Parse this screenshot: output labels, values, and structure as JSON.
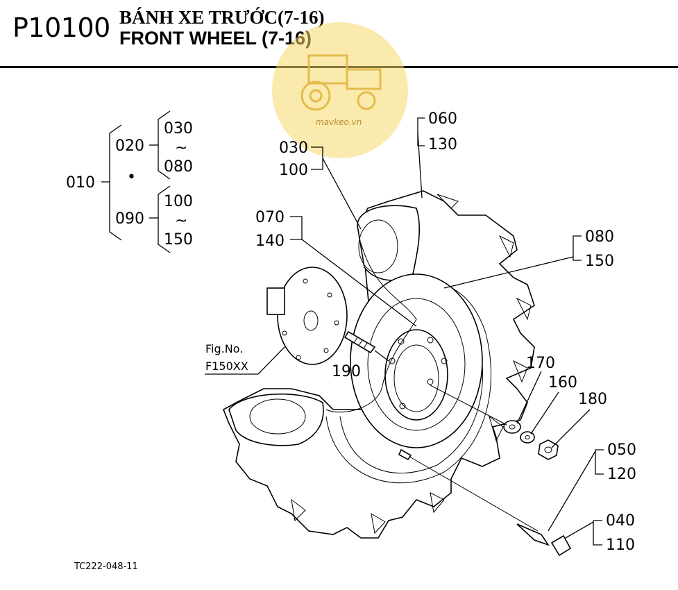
{
  "header": {
    "code": "P10100",
    "title_vi": "BÁNH XE TRƯỚC(7-16)",
    "title_en": "FRONT WHEEL (7-16)"
  },
  "watermark": {
    "text": "mavkeo.vn",
    "color": "#f7d96a",
    "icon": "tractor-icon"
  },
  "tree": {
    "root": "010",
    "group1": {
      "code": "020",
      "from": "030",
      "to": "080"
    },
    "group2": {
      "code": "090",
      "from": "100",
      "to": "150"
    },
    "dot": "•",
    "tilde": "~"
  },
  "callouts": {
    "c060": "060",
    "c130": "130",
    "c030": "030",
    "c100": "100",
    "c070": "070",
    "c140": "140",
    "c080": "080",
    "c150": "150",
    "c190": "190",
    "c170": "170",
    "c160": "160",
    "c180": "180",
    "c050": "050",
    "c120": "120",
    "c040": "040",
    "c110": "110"
  },
  "figref": {
    "line1": "Fig.No.",
    "line2": "F150XX"
  },
  "footer": {
    "code": "TC222-048-11"
  }
}
